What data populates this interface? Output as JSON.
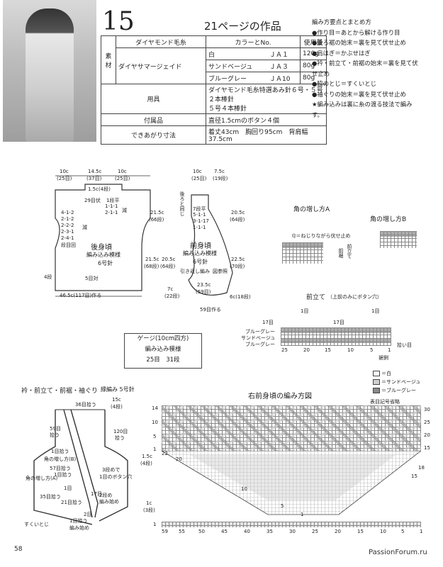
{
  "header": {
    "pattern_number": "15",
    "work_ref": "21ページの作品"
  },
  "materials": {
    "label_material": "素材",
    "yarn1": "ダイヤモンド毛糸",
    "yarn2": "ダイヤサマージェイド",
    "col_color": "カラーとNo.",
    "col_amount": "使用量",
    "rows": [
      {
        "color": "白",
        "code": "ＪＡ１",
        "amount": "120g"
      },
      {
        "color": "サンドベージュ",
        "code": "ＪＡ３",
        "amount": "80g"
      },
      {
        "color": "ブルーグレー",
        "code": "ＪＡ10",
        "amount": "80g"
      }
    ],
    "tools_label": "用具",
    "tools1": "ダイヤモンド毛糸特選あみ針６号・５号２本棒針",
    "tools2": "５号４本棒針",
    "attach_label": "付属品",
    "attach": "直径1.5cmのボタン４個",
    "size_label": "できあがり寸法",
    "size": "着丈43cm　胸回り95cm　背肩幅37.5cm"
  },
  "notes": {
    "title": "編み方要点とまとめ方",
    "lines": [
      "●作り目＝あとから解ける作り目",
      "●後ろ裾の始末＝裏を見て伏せ止め",
      "●肩はぎ＝かぶせはぎ",
      "●衿・前立て・前裾の始末＝裏を見て伏",
      "せ止め",
      "●脇のとじ＝すくいとじ",
      "●袖ぐりの始末＝裏を見て伏せ止め",
      "★編み込みは裏に糸の渡る技法で編み",
      "す。"
    ]
  },
  "back": {
    "top_dims": [
      "10c",
      "(25目)",
      "14.5c",
      "(37目)",
      "10c",
      "(25目)"
    ],
    "neck": "1.5c(4段)",
    "name": "後身頃",
    "pattern": "編み込み模様",
    "needle": "6号針",
    "decrease_label": "減",
    "decreases": [
      "4-1-2",
      "2-1-2",
      "2-2-2",
      "2-3-1",
      "2-4-1",
      "段目回"
    ],
    "width": "46.5c(117目)作る",
    "height1": "21.5c",
    "height1b": "(66段)",
    "height2": "21.5c",
    "height2b": "(68段)",
    "height3": "20.5c",
    "height3b": "(64段)",
    "rows5": "5目対",
    "rows4": "4段",
    "rows29": "29目伏",
    "neck_dec": "1段平",
    "neck_dec2": "1-1-1",
    "neck_dec3": "2-1-1",
    "neck_dec4": "減"
  },
  "front": {
    "top_dims": [
      "10c",
      "(25目)",
      "7.5c",
      "(19段)"
    ],
    "name": "前身頃",
    "pattern": "編み込み模様",
    "needle": "6号針",
    "note1": "引き返し編み",
    "note2": "図参照",
    "same": "後ろと同じ",
    "dec": [
      "7段平",
      "5-1-1",
      "3-1-17",
      "1-1-1"
    ],
    "height1": "20.5c",
    "height1b": "(64段)",
    "height2": "22.5c",
    "height2b": "(70段)",
    "side": "6c(18段)",
    "bottom": "23.5c",
    "bottomb": "(59目)",
    "cast": "59目作る",
    "corner": "7c",
    "cornerb": "(22段)"
  },
  "gauge": {
    "title": "ゲージ(10cm四方)",
    "pattern": "編み込み模様",
    "values": "25目　31段"
  },
  "corner_a": {
    "title": "角の増し方A",
    "note": "ℚ＝ねじりながら伏せ止め",
    "label": "前立て",
    "label2": "前裾"
  },
  "corner_b": {
    "title": "角の増し方B"
  },
  "placket": {
    "title": "前立て",
    "note": "（上前のみにボタン穴）",
    "counts": [
      "17目",
      "1目",
      "17目",
      "1目"
    ],
    "colors": [
      "ブルーグレー",
      "サンドベージュ",
      "ブルーグレー"
    ],
    "axis": [
      "25",
      "20",
      "15",
      "10",
      "5",
      "1"
    ],
    "bottom": "裾側",
    "arrow": "拾い目"
  },
  "collar": {
    "title": "衿・前立て・前裾・袖ぐり",
    "subtitle": "縁編み 5号針",
    "pick_top": "36目拾う",
    "top_right": "15c",
    "top_right_b": "(4段)",
    "left": "59目",
    "left2": "拾う",
    "right": "120目",
    "right2": "拾う",
    "pickups": [
      "1目拾う",
      "角の増し方(B)",
      "57目拾う",
      "1目拾う",
      "角の増し方(A)",
      "35目拾う",
      "21目拾う",
      "1目"
    ],
    "button": "3段めで",
    "button2": "1目のボタン穴",
    "row17": "17目",
    "row2": "2段め",
    "row2b": "編み始め",
    "sk": "すくいとじ",
    "side_r": "1.5c",
    "side_r2": "(4段)",
    "side_r3": "1c",
    "side_r4": "(3段)",
    "bottom": "1目拾う",
    "bottom2": "2目",
    "bottom3": "編み始め"
  },
  "chart": {
    "title": "右前身頃の編み方図",
    "legend": [
      "＝白",
      "＝サンドベージュ",
      "＝ブルーグレー"
    ],
    "note": "表目記号省略",
    "axis_bottom": [
      "59",
      "55",
      "50",
      "45",
      "40",
      "35",
      "30",
      "25",
      "20",
      "15",
      "10",
      "5",
      "1"
    ],
    "left_nums": [
      "14",
      "10",
      "5",
      "1"
    ],
    "right_nums": [
      "30",
      "25",
      "20",
      "15"
    ],
    "inner_nums": [
      "22",
      "20",
      "18",
      "15",
      "10",
      "5",
      "1"
    ],
    "colors": {
      "white": "#ffffff",
      "beige": "#cfcfcf",
      "gray": "#8a8a8a"
    }
  },
  "footer": {
    "page": "58",
    "site": "PassionForum.ru"
  }
}
